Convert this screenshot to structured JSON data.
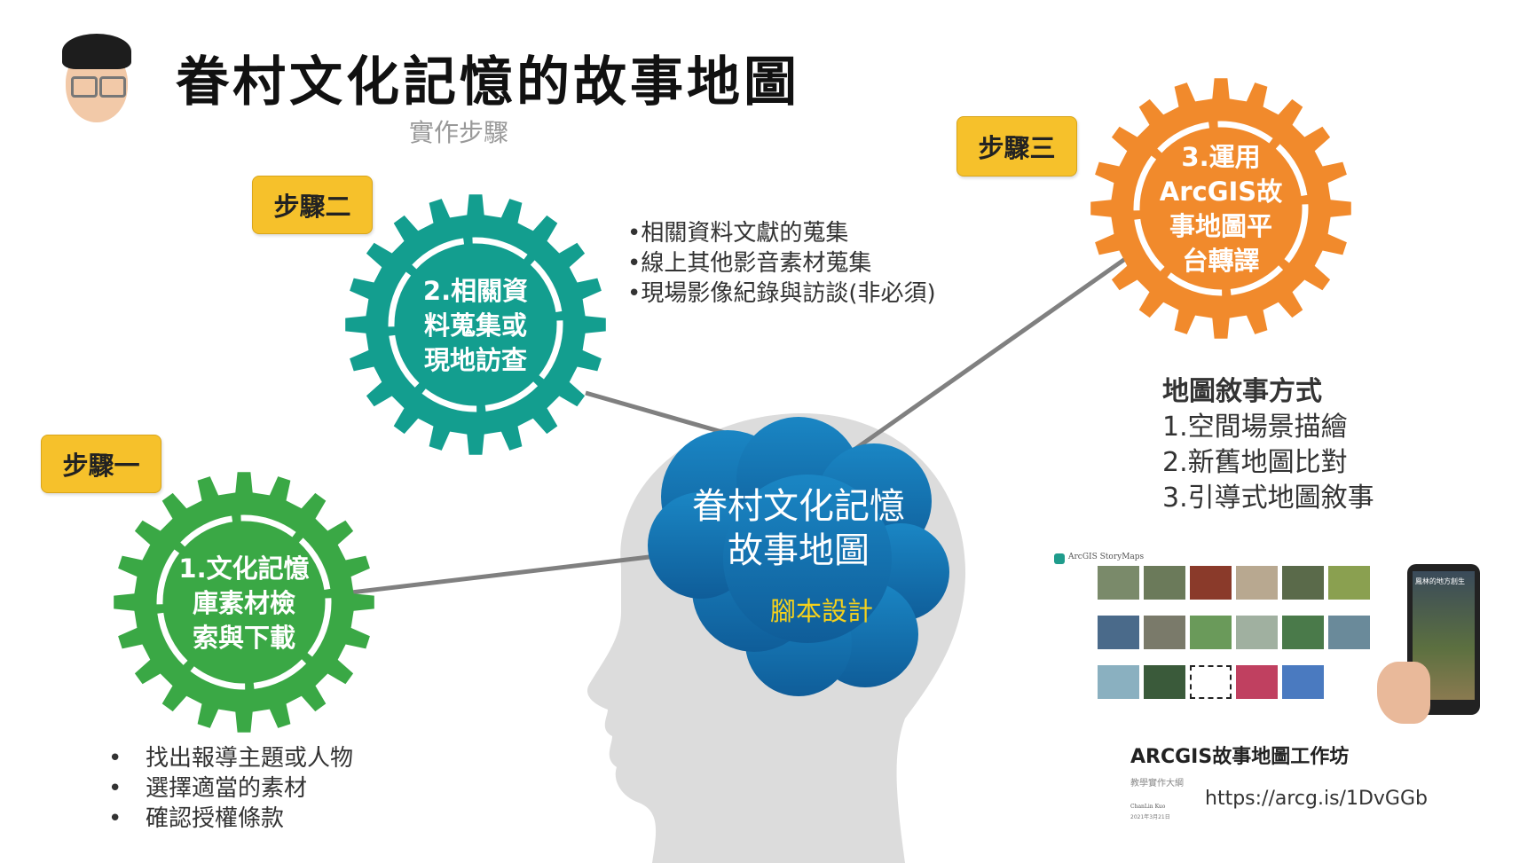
{
  "header": {
    "title": "眷村文化記憶的故事地圖",
    "subtitle": "實作步驟"
  },
  "steps": [
    {
      "badge": "步驟一",
      "gear_lines": [
        "1.文化記憶",
        "庫素材檢",
        "索與下載"
      ],
      "color": "#3aa845",
      "bullets": [
        "找出報導主題或人物",
        "選擇適當的素材",
        "確認授權條款"
      ]
    },
    {
      "badge": "步驟二",
      "gear_lines": [
        "2.相關資",
        "料蒐集或",
        "現地訪查"
      ],
      "color": "#139e8f",
      "bullets": [
        "•相關資料文獻的蒐集",
        "•線上其他影音素材蒐集",
        "•現場影像紀錄與訪談(非必須)"
      ]
    },
    {
      "badge": "步驟三",
      "gear_lines": [
        "3.運用",
        "ArcGIS故",
        "事地圖平",
        "台轉譯"
      ],
      "color": "#f18a2c"
    }
  ],
  "center": {
    "line1": "眷村文化記憶",
    "line2": "故事地圖",
    "sub": "腳本設計",
    "color": "#1370b0",
    "sub_color": "#f7d21b"
  },
  "narrative": {
    "heading": "地圖敘事方式",
    "items": [
      "1.空間場景描繪",
      "2.新舊地圖比對",
      "3.引導式地圖敘事"
    ]
  },
  "preview": {
    "brand": "ArcGIS StoryMaps",
    "phone_title": "鳳林的地方創生",
    "title": "ARCGIS故事地圖工作坊",
    "subtitle": "教學實作大綱",
    "author": "ChanLin Kuo",
    "date": "2021年3月21日",
    "url": "https://arcg.is/1DvGGb"
  }
}
